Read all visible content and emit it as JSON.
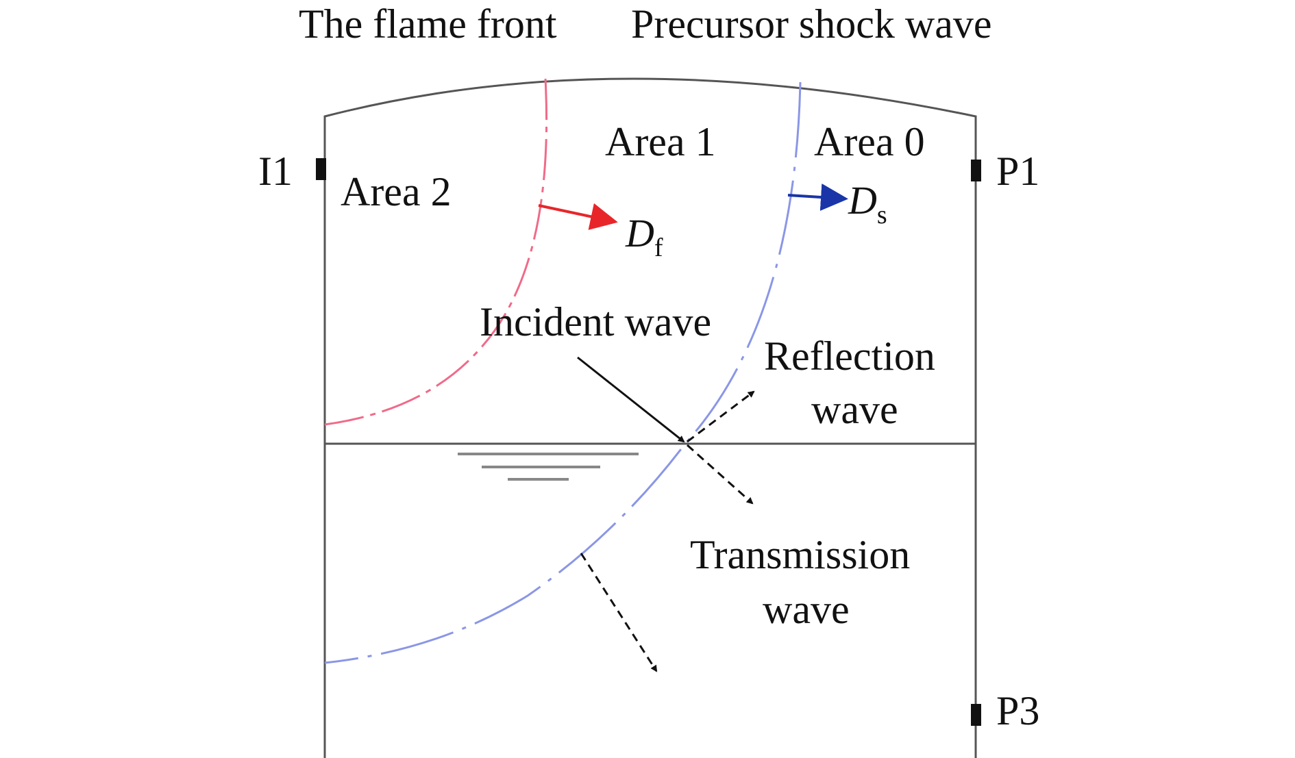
{
  "labels": {
    "flame_front": "The flame front",
    "precursor_shock": "Precursor shock wave",
    "area_0": "Area 0",
    "area_1": "Area 1",
    "area_2": "Area 2",
    "incident": "Incident wave",
    "reflection_1": "Reflection",
    "reflection_2": "wave",
    "transmission_1": "Transmission",
    "transmission_2": "wave"
  },
  "sensors": {
    "i1": "I1",
    "p1": "P1",
    "p3": "P3"
  },
  "vectors": {
    "flame_speed_symbol": "D",
    "flame_speed_sub": "f",
    "shock_speed_symbol": "D",
    "shock_speed_sub": "s"
  },
  "colors": {
    "outline": "#555555",
    "flame_front": "#f06a88",
    "shock_wave": "#8a96e6",
    "flame_arrow": "#e8262a",
    "shock_arrow": "#1a35a8",
    "wave_arrows": "#111111"
  }
}
